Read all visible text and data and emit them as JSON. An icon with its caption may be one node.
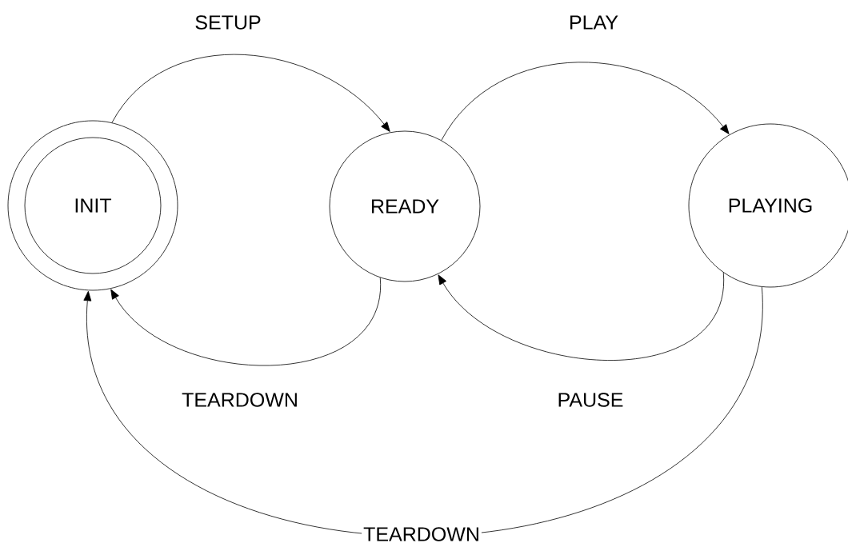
{
  "diagram": {
    "nodes": [
      {
        "text": [
          "INIT"
        ]
      },
      {
        "text": [
          "READY"
        ]
      },
      {
        "text": [
          "PLAYING"
        ]
      }
    ],
    "edges": [
      {
        "from": 0,
        "to": 1,
        "arrow": "to",
        "label": "SETUP"
      },
      {
        "from": 1,
        "to": 2,
        "arrow": "to",
        "label": "PLAY"
      },
      {
        "from": 1,
        "to": 0,
        "arrow": "to",
        "label": "TEARDOWN"
      },
      {
        "from": 2,
        "to": 1,
        "arrow": "to",
        "label": "PAUSE"
      },
      {
        "from": 2,
        "to": 0,
        "arrow": "to",
        "label": "TEARDOWN"
      }
    ]
  }
}
